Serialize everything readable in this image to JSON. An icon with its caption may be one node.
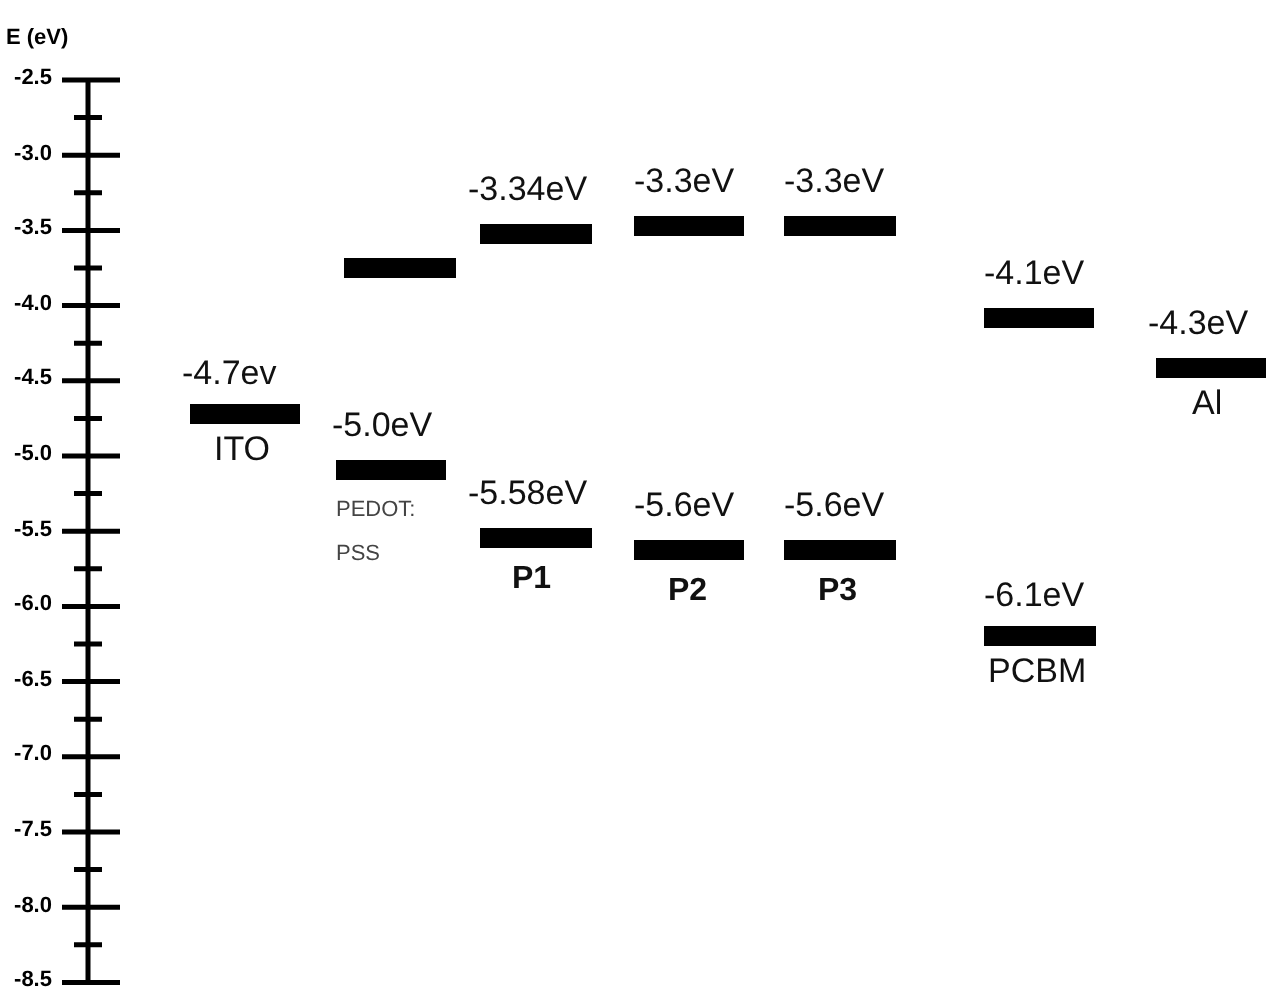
{
  "diagram": {
    "nodes": [
      {
        "text": [],
        "shape": "bar",
        "beside": [
          "-4.7ev",
          "ITO"
        ]
      },
      {
        "text": [],
        "shape": "bar"
      },
      {
        "text": [],
        "shape": "bar",
        "beside": [
          "-5.0eV",
          "PEDOT: PSS"
        ]
      },
      {
        "text": [],
        "shape": "bar",
        "beside": [
          "-3.34eV"
        ]
      },
      {
        "text": [],
        "shape": "bar",
        "beside": [
          "-5.58eV",
          "P1"
        ]
      },
      {
        "text": [],
        "shape": "bar",
        "beside": [
          "-3.3eV"
        ]
      },
      {
        "text": [],
        "shape": "bar",
        "beside": [
          "-5.6eV",
          "P2"
        ]
      },
      {
        "text": [],
        "shape": "bar",
        "beside": [
          "-3.3eV"
        ]
      },
      {
        "text": [],
        "shape": "bar",
        "beside": [
          "-5.6eV",
          "P3"
        ]
      },
      {
        "text": [],
        "shape": "bar",
        "beside": [
          "-4.1eV"
        ]
      },
      {
        "text": [],
        "shape": "bar",
        "beside": [
          "-6.1eV",
          "PCBM"
        ]
      },
      {
        "text": [],
        "shape": "bar",
        "beside": [
          "-4.3eV",
          "Al"
        ]
      }
    ],
    "labels": [
      "E (eV)",
      "-2.5",
      "-3.0",
      "-3.5",
      "-4.0",
      "-4.5",
      "-5.0",
      "-5.5",
      "-6.0",
      "-6.5",
      "-7.0",
      "-7.5",
      "-8.0",
      "-8.5"
    ]
  }
}
